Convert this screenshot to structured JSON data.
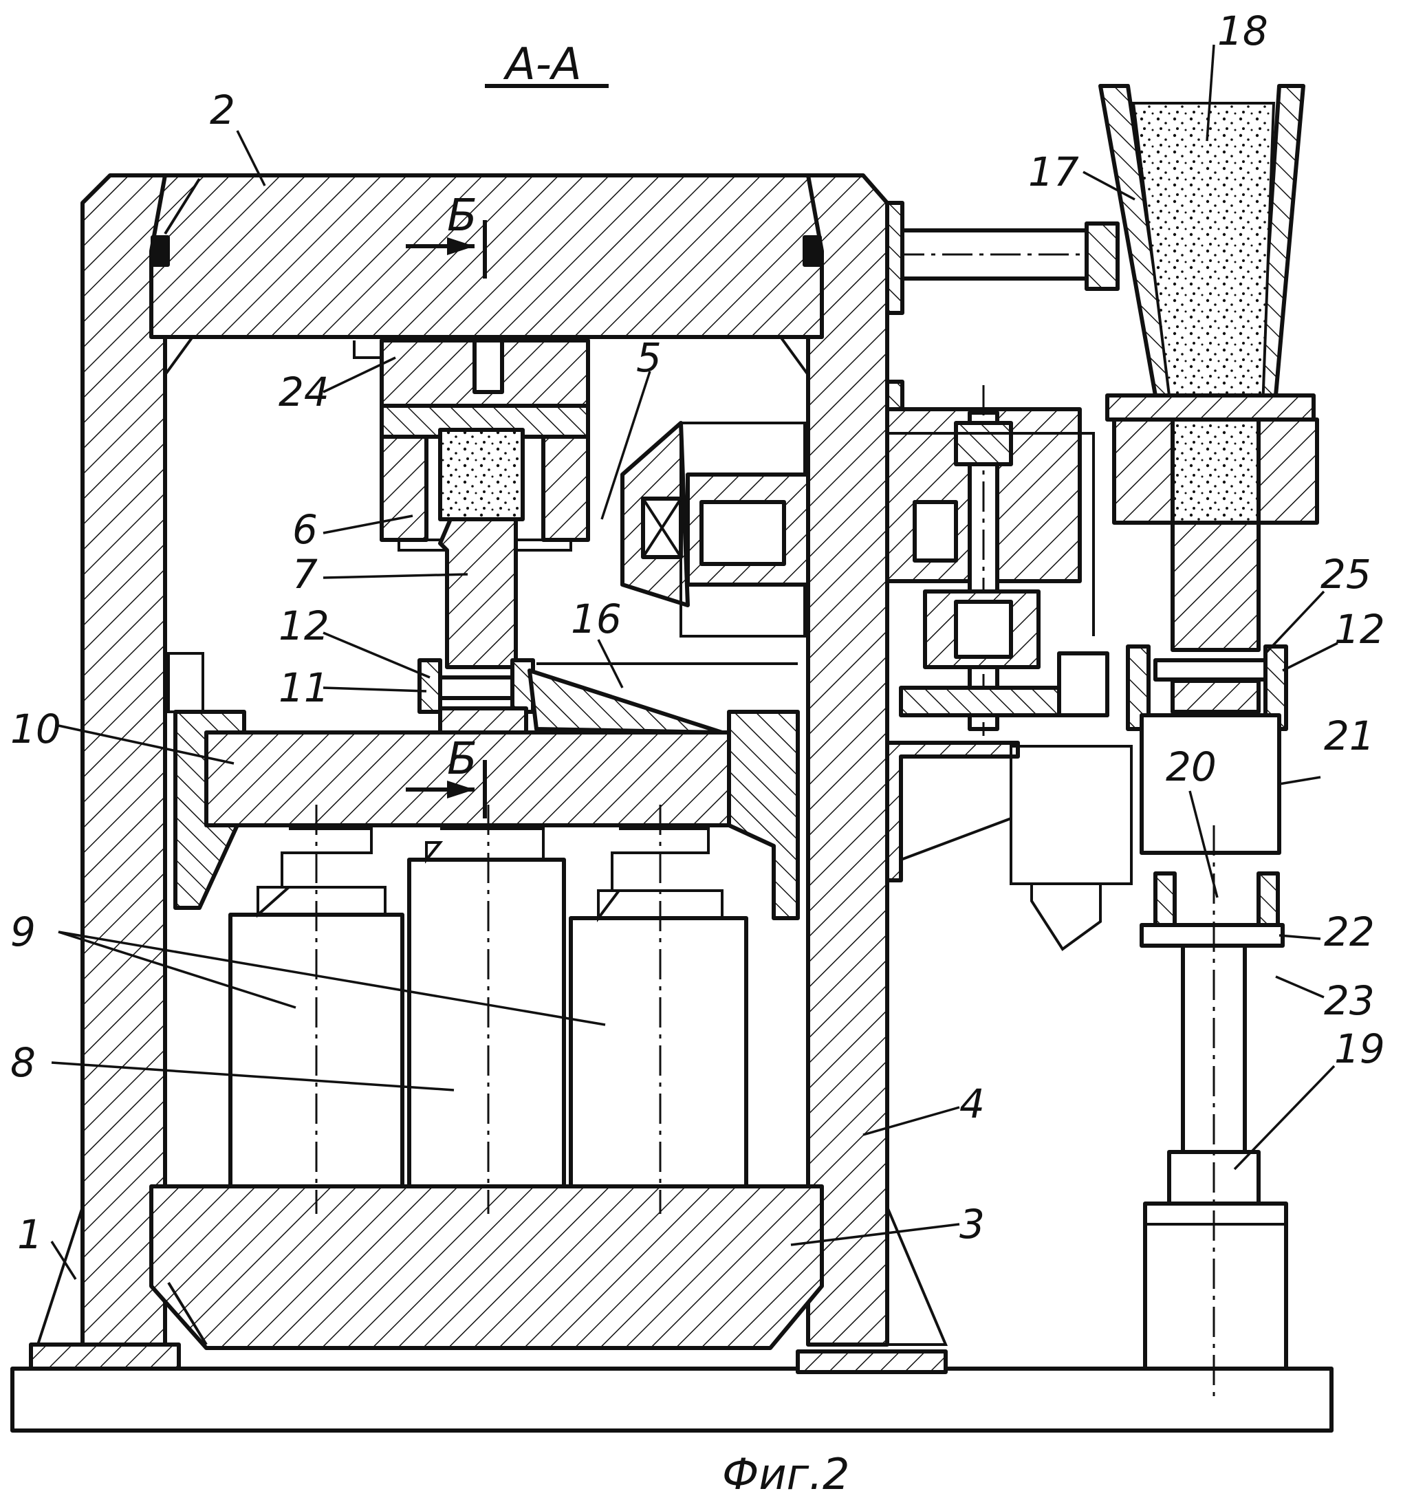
{
  "section_label": "А-А",
  "cut_label": "Б",
  "caption": "Фиг.2",
  "callouts": {
    "c1": "1",
    "c2": "2",
    "c3": "3",
    "c4": "4",
    "c5": "5",
    "c6": "6",
    "c7": "7",
    "c8": "8",
    "c9": "9",
    "c10": "10",
    "c11": "11",
    "c12a": "12",
    "c12b": "12",
    "c16": "16",
    "c17": "17",
    "c18": "18",
    "c19": "19",
    "c20": "20",
    "c21": "21",
    "c22": "22",
    "c23": "23",
    "c24": "24",
    "c25": "25"
  }
}
